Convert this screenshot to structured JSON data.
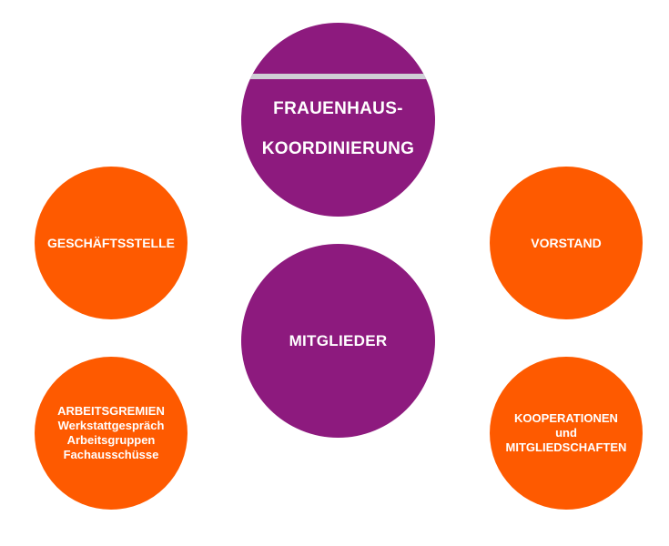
{
  "nodes": {
    "frauenhaus": {
      "line1": "FRAUENHAUS-",
      "line2": "KOORDINIERUNG"
    },
    "mitglieder": {
      "label": "MITGLIEDER"
    },
    "geschaeftsstelle": {
      "label": "GESCHÄFTSSTELLE"
    },
    "vorstand": {
      "label": "VORSTAND"
    },
    "arbeitsgremien": {
      "label": "ARBEITSGREMIEN",
      "items": [
        "Werkstattgespräch",
        "Arbeitsgruppen",
        "Fachausschüsse"
      ]
    },
    "kooperationen": {
      "line1": "KOOPERATIONEN",
      "line2": "und",
      "line3": "MITGLIEDSCHAFTEN"
    }
  },
  "colors": {
    "purple": "#8d1a7e",
    "orange": "#fe5a00",
    "stripe": "#cfcfd6"
  }
}
